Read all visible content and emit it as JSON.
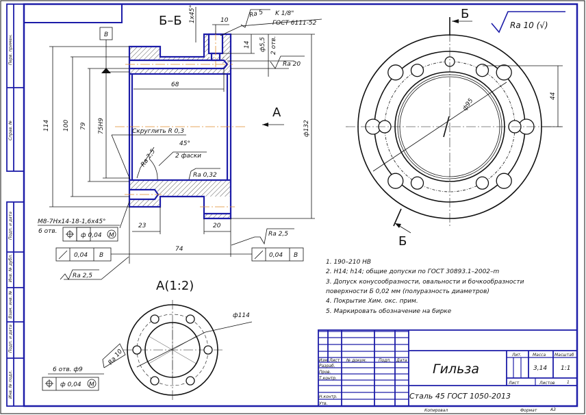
{
  "section_title": "Б–Б",
  "view_a_title": "A(1:2)",
  "view_arrow_a": "A",
  "cut_letter_top": "Б",
  "cut_letter_bottom": "Б",
  "datum_b": "В",
  "roughness_general": "Ra 10 (√)",
  "section": {
    "chamfer_top": "1x45°",
    "dim_10": "10",
    "ra5": "Ra 5",
    "thread_k": "K 1/8\"",
    "thread_gost": "ГОСТ 6111-52",
    "dim_14": "14",
    "dim_d55": "ф5,5",
    "holes_2": "2 отв.",
    "ra20": "Ra 20",
    "dim_68": "68",
    "dim_d132": "ф132",
    "dim_114": "114",
    "dim_100": "100",
    "dim_79": "79",
    "dim_75h9": "75H9",
    "fillet": "Скруглить R 0,3",
    "angle_45": "45°",
    "chamfers_2": "2 фаски",
    "ra25_inner": "Ra 2,5",
    "ra032": "Ra 0,32",
    "thread_m8": "M8-7Hx14-18-1,6x45°",
    "holes_6": "6 отв.",
    "pos_tol": "ф 0,04",
    "pos_tol_mod": "M",
    "dim_23": "23",
    "dim_20": "20",
    "dim_74": "74",
    "ra25_right": "Ra 2,5",
    "runout_left_val": "0,04",
    "runout_left_datum": "В",
    "runout_right_val": "0,04",
    "runout_right_datum": "В",
    "ra25_left": "Ra 2,5"
  },
  "view_a": {
    "dim_d114": "ф114",
    "ra10": "Ra 10",
    "holes": "6 отв. ф9",
    "pos_tol": "ф 0,04",
    "pos_tol_mod": "M"
  },
  "end_view": {
    "dim_44": "44",
    "dim_d95": "ф95"
  },
  "notes": [
    "1. 190–210 HB",
    "2. H14; h14; общие допуски по ГОСТ 30893.1–2002–m",
    "3. Допуск    конусообразности,    овальности    и    бочкообразности",
    "поверхности Б 0,02 мм (полуразность диаметров)",
    "4. Покрытие Хим. окс. прим.",
    "5. Маркировать обозначение на бирке"
  ],
  "side_strip": [
    "Перв. примен.",
    "Справ. №",
    "Подп. и дата",
    "Инв. № дубл.",
    "Взам. инв. №",
    "Подп. и дата",
    "Инв. № подл."
  ],
  "title_block": {
    "headers": [
      "Изм.",
      "Лист",
      "№ докум.",
      "Подп.",
      "Дата"
    ],
    "roles": [
      "Разраб.",
      "Пров.",
      "Т.контр.",
      "Н.контр.",
      "Утв."
    ],
    "part_name": "Гильза",
    "material": "Сталь 45 ГОСТ 1050-2013",
    "lit_label": "Лит.",
    "mass_label": "Масса",
    "scale_label": "Масштаб",
    "mass": "3,14",
    "scale": "1:1",
    "sheet_label": "Лист",
    "sheets_label": "Листов",
    "sheets": "1",
    "copied": "Копировал",
    "format_label": "Формат",
    "format": "A3"
  },
  "colors": {
    "frame": "#1c1ca8",
    "axis": "#e08a2a"
  }
}
